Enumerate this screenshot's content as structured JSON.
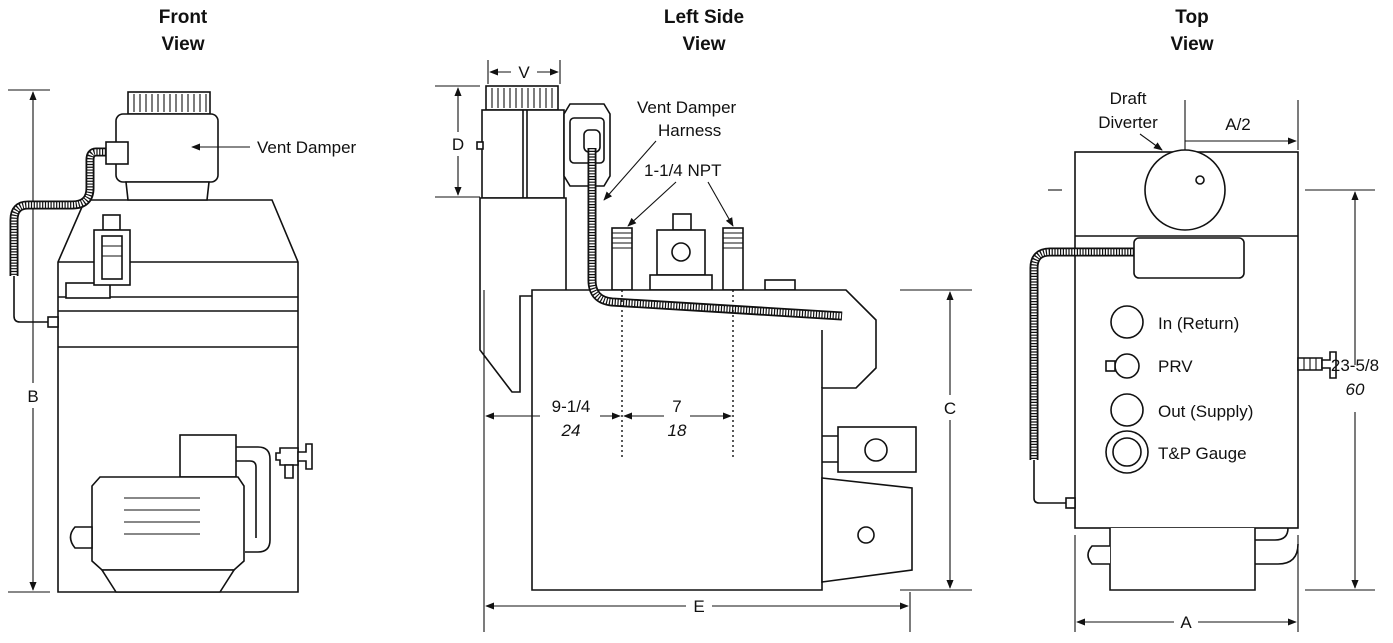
{
  "views": {
    "front": {
      "title_line1": "Front",
      "title_line2": "View"
    },
    "left": {
      "title_line1": "Left Side",
      "title_line2": "View"
    },
    "top": {
      "title_line1": "Top",
      "title_line2": "View"
    }
  },
  "front_labels": {
    "vent_damper": "Vent Damper",
    "dim_b": "B"
  },
  "left_labels": {
    "dim_v": "V",
    "dim_d": "D",
    "vent_damper_harness_1": "Vent Damper",
    "vent_damper_harness_2": "Harness",
    "npt": "1-1/4 NPT",
    "dim_c": "C",
    "dim_e": "E",
    "dim1_in": "9-1/4",
    "dim1_cm": "24",
    "dim2_in": "7",
    "dim2_cm": "18"
  },
  "top_labels": {
    "draft_diverter_1": "Draft",
    "draft_diverter_2": "Diverter",
    "dim_a_half": "A/2",
    "in_return": "In (Return)",
    "prv": "PRV",
    "out_supply": "Out (Supply)",
    "tp_gauge": "T&P Gauge",
    "depth_in": "23-5/8",
    "depth_cm": "60",
    "dim_a": "A"
  }
}
